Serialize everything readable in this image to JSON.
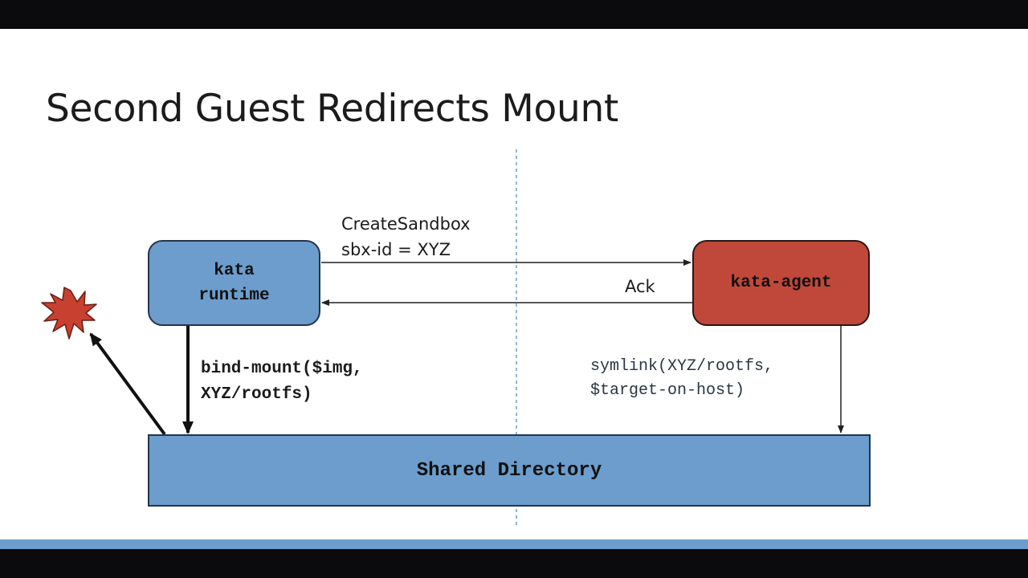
{
  "slide": {
    "title": "Second Guest Redirects Mount"
  },
  "diagram": {
    "runtime_box": "kata\nruntime",
    "agent_box": "kata-agent",
    "shared_box": "Shared Directory",
    "request_label": "CreateSandbox",
    "request_sub_label": "sbx-id = XYZ",
    "reply_label": "Ack",
    "bind_label": "bind-mount($img,\nXYZ/rootfs)",
    "symlink_label": "symlink(XYZ/rootfs,\n$target-on-host)"
  },
  "colors": {
    "box_blue": "#6c9dcc",
    "box_red": "#c0483a",
    "burst_red": "#c8402f",
    "accent_strip": "#6c9dcc",
    "divider": "#6a9ec8"
  },
  "icons": {
    "failure_marker": "explosion-burst-icon"
  }
}
